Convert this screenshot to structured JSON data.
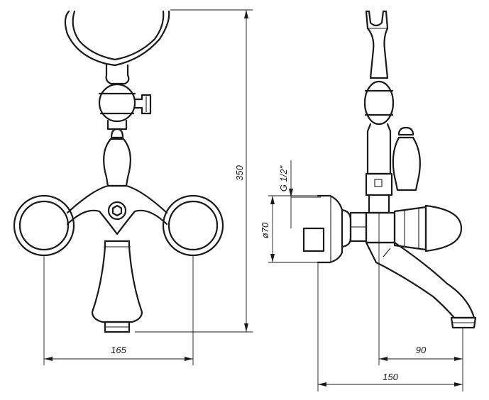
{
  "dimensions": {
    "width_front": "165",
    "height_total": "350",
    "thread_size": "G 1/2\"",
    "flange_diameter": "ø70",
    "spout_reach": "90",
    "overall_depth": "150"
  }
}
